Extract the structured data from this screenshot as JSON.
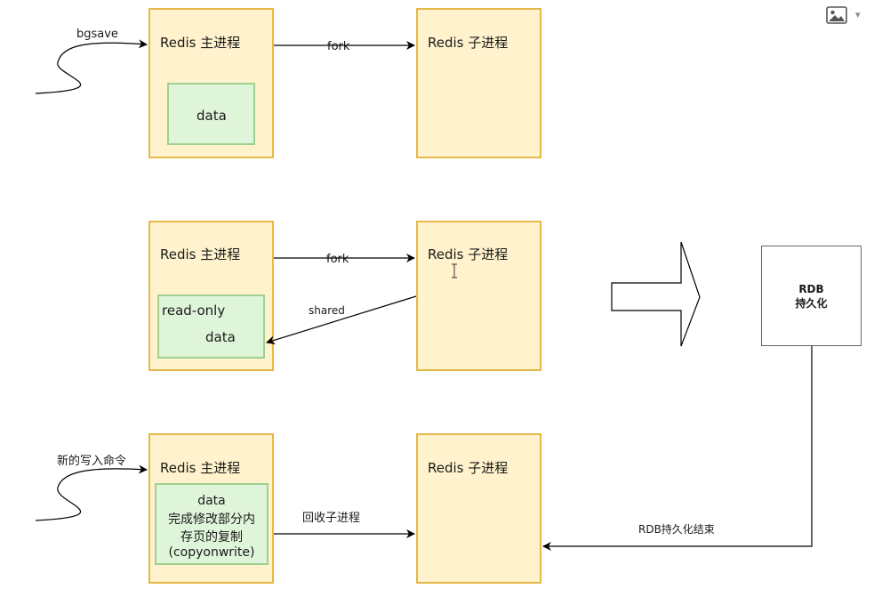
{
  "row1": {
    "trigger_label": "bgsave",
    "main_title": "Redis 主进程",
    "data_label": "data",
    "fork_label": "fork",
    "child_title": "Redis 子进程"
  },
  "row2": {
    "main_title": "Redis 主进程",
    "readonly_label": "read-only",
    "data_label": "data",
    "fork_label": "fork",
    "shared_label": "shared",
    "child_title": "Redis 子进程"
  },
  "row3": {
    "trigger_label": "新的写入命令",
    "main_title": "Redis 主进程",
    "data_lines": [
      "data",
      "完成修改部分内",
      "存页的复制",
      "(copyonwrite)"
    ],
    "reclaim_label": "回收子进程",
    "child_title": "Redis 子进程"
  },
  "rdb": {
    "line1": "RDB",
    "line2": "持久化",
    "end_label": "RDB持久化结束"
  },
  "toolbar": {
    "image_icon": "image-icon",
    "caret": "▾"
  }
}
